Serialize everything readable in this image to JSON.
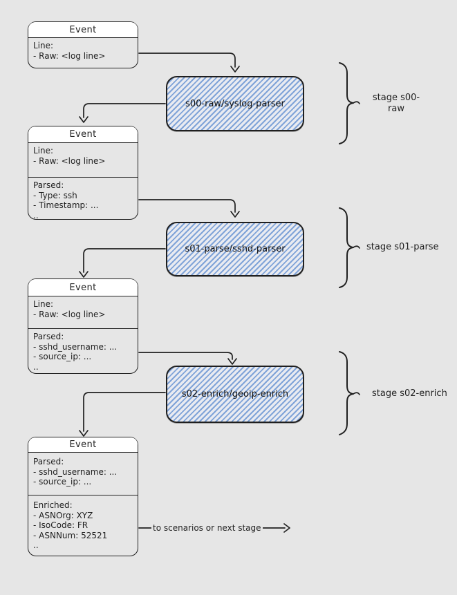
{
  "canvas": {
    "background": "#e6e6e6",
    "stroke": "#1f1f1f",
    "event_title_fill": "#ffffff",
    "hachure_color": "#7fa3d8"
  },
  "events": [
    {
      "title": "Event",
      "sections": [
        {
          "lines": [
            "Line:",
            " - Raw: <log line>"
          ]
        }
      ]
    },
    {
      "title": "Event",
      "sections": [
        {
          "lines": [
            "Line:",
            " - Raw: <log line>"
          ]
        },
        {
          "lines": [
            "Parsed:",
            " - Type: ssh",
            " - Timestamp: ...",
            ".."
          ]
        }
      ]
    },
    {
      "title": "Event",
      "sections": [
        {
          "lines": [
            "Line:",
            " - Raw: <log line>"
          ]
        },
        {
          "lines": [
            "Parsed:",
            " - sshd_username: ...",
            " - source_ip: ...",
            ".."
          ]
        }
      ]
    },
    {
      "title": "Event",
      "sections": [
        {
          "lines": [
            "Parsed:",
            " - sshd_username: ...",
            " - source_ip: ..."
          ]
        },
        {
          "lines": [
            "Enriched:",
            " - ASNOrg: XYZ",
            " - IsoCode: FR",
            " - ASNNum: 52521",
            ".."
          ]
        }
      ]
    }
  ],
  "parsers": [
    {
      "label": "s00-raw/syslog-parser"
    },
    {
      "label": "s01-parse/sshd-parser"
    },
    {
      "label": "s02-enrich/geoip-enrich"
    }
  ],
  "stages": [
    {
      "label": "stage s00-raw"
    },
    {
      "label": "stage s01-parse"
    },
    {
      "label": "stage s02-enrich"
    }
  ],
  "flow": {
    "output_label": "to scenarios or next stage"
  }
}
